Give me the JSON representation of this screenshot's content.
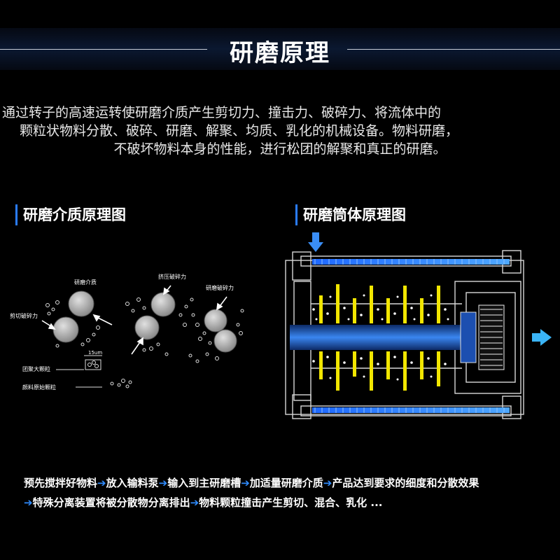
{
  "title": "研磨原理",
  "intro": {
    "line1": "通过转子的高速运转使研磨介质产生剪切力、撞击力、破碎力、将流体中的",
    "line2": "颗粒状物料分散、破碎、研磨、解聚、均质、乳化的机械设备。物料研磨，",
    "line3": "不破坏物料本身的性能，进行松团的解聚和真正的研磨。"
  },
  "left_section": {
    "heading": "研磨介质原理图",
    "labels": {
      "media": "研磨介质",
      "shear": "剪切破碎力",
      "squeeze": "挤压破碎力",
      "grind": "研磨破碎力",
      "size": "15um",
      "agglomerate": "团聚大颗粒",
      "primary": "颜料原始颗粒"
    }
  },
  "right_section": {
    "heading": "研磨筒体原理图"
  },
  "process": {
    "arrow": "➔",
    "steps": [
      "预先搅拌好物料",
      "放入输料泵",
      "输入到主研磨槽",
      "加适量研磨介质",
      "产品达到要求的细度和分散效果",
      "特殊分离装置将被分散物分离排出",
      "物料颗粒撞击产生剪切、混合、乳化 ..."
    ]
  },
  "colors": {
    "accent_blue": "#2f8cff",
    "rod_yellow": "#f2e600",
    "shaft_blue": "#2a6fd6"
  }
}
